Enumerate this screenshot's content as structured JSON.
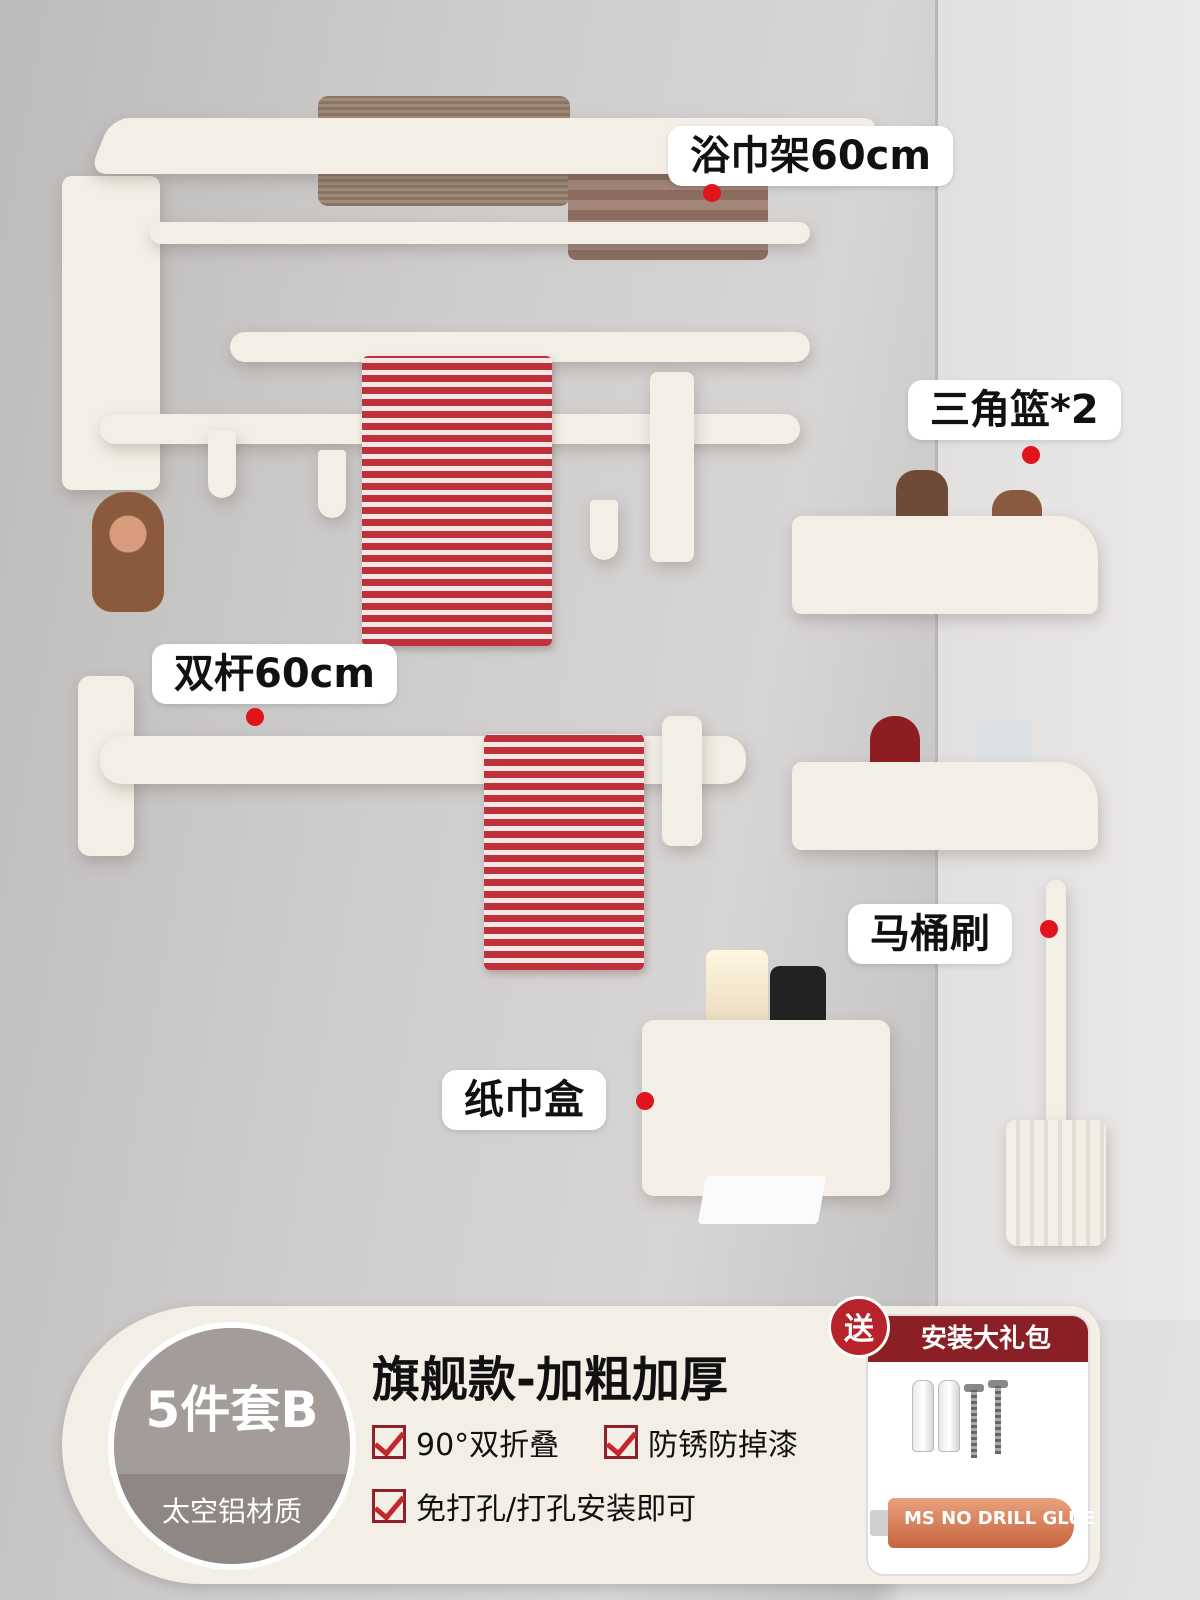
{
  "labels": {
    "towel_rack": "浴巾架60cm",
    "corner_basket": "三角篮*2",
    "double_bar": "双杆60cm",
    "toilet_brush": "马桶刷",
    "tissue_box": "纸巾盒"
  },
  "panel": {
    "set_name": "5件套B",
    "material": "太空铝材质",
    "headline": "旗舰款-加粗加厚",
    "features": [
      "90°双折叠",
      "防锈防掉漆",
      "免打孔/打孔安装即可"
    ],
    "gift_badge": "送",
    "gift_title": "安装大礼包",
    "glue_text": "MS NO DRILL GLUE"
  },
  "colors": {
    "marker": "#e1141b",
    "accent_dark": "#8a1f25",
    "cream": "#f3efe6",
    "towel_red": "#c0323b"
  }
}
